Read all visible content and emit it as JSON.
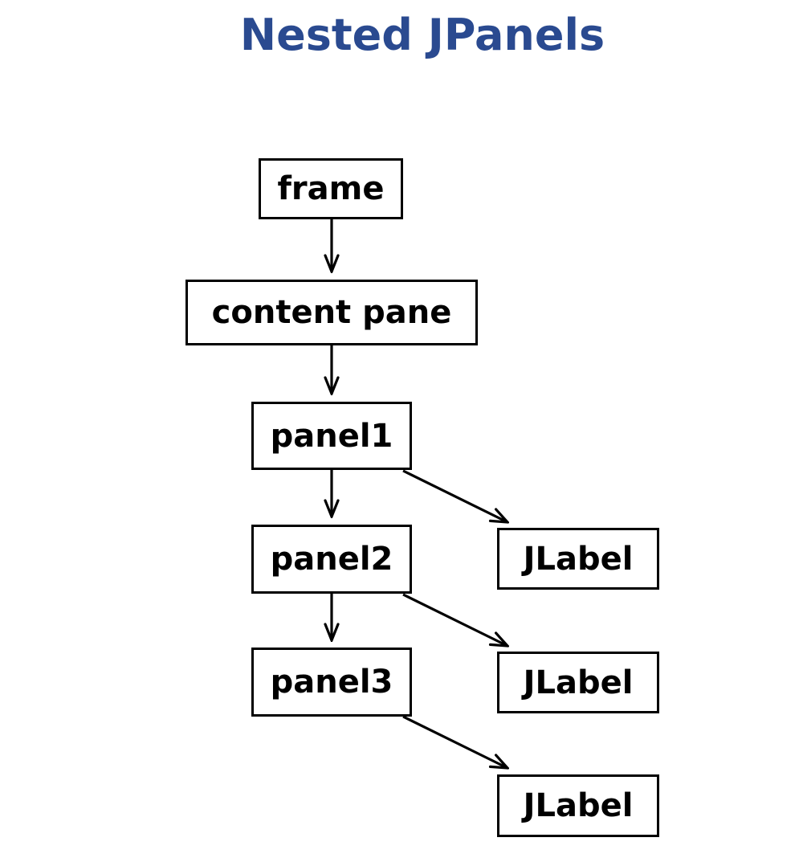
{
  "title": "Nested JPanels",
  "colors": {
    "title": "#2a4a90",
    "box_border": "#000000",
    "arrow": "#000000"
  },
  "nodes": {
    "frame": "frame",
    "content_pane": "content pane",
    "panel1": "panel1",
    "panel2": "panel2",
    "panel3": "panel3",
    "jlabel1": "JLabel",
    "jlabel2": "JLabel",
    "jlabel3": "JLabel"
  },
  "edges": [
    {
      "from": "frame",
      "to": "content_pane"
    },
    {
      "from": "content_pane",
      "to": "panel1"
    },
    {
      "from": "panel1",
      "to": "panel2"
    },
    {
      "from": "panel1",
      "to": "jlabel1"
    },
    {
      "from": "panel2",
      "to": "panel3"
    },
    {
      "from": "panel2",
      "to": "jlabel2"
    },
    {
      "from": "panel3",
      "to": "jlabel3"
    }
  ]
}
